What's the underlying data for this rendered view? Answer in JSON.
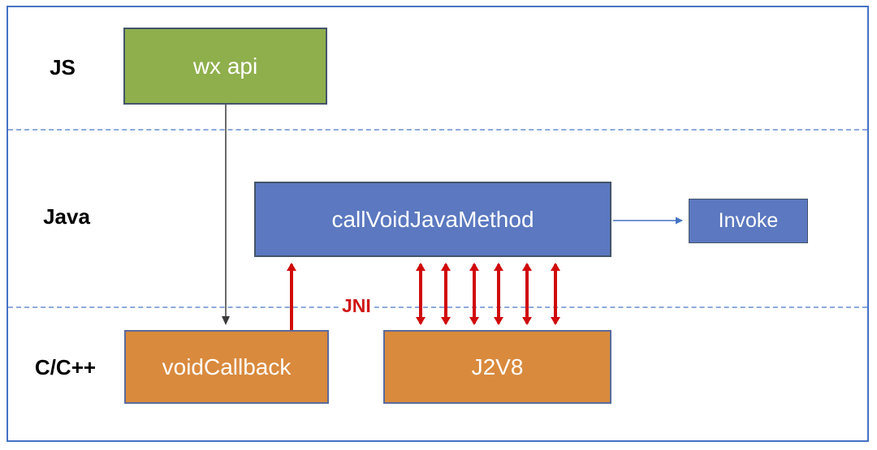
{
  "diagram": {
    "layers": [
      {
        "id": "js",
        "label": "JS"
      },
      {
        "id": "java",
        "label": "Java"
      },
      {
        "id": "cpp",
        "label": "C/C++"
      }
    ],
    "nodes": [
      {
        "id": "wx-api",
        "label": "wx api",
        "layer": "JS",
        "fill": "#8faf4c"
      },
      {
        "id": "call-void-java-method",
        "label": "callVoidJavaMethod",
        "layer": "Java",
        "fill": "#5b78c0"
      },
      {
        "id": "invoke",
        "label": "Invoke",
        "layer": "Java",
        "fill": "#5b78c0"
      },
      {
        "id": "void-callback",
        "label": "voidCallback",
        "layer": "C/C++",
        "fill": "#d98a3d"
      },
      {
        "id": "j2v8",
        "label": "J2V8",
        "layer": "C/C++",
        "fill": "#d98a3d"
      }
    ],
    "edges": [
      {
        "from": "wx api",
        "to": "voidCallback",
        "direction": "down",
        "color": "#3a3a3a",
        "style": "thin"
      },
      {
        "from": "voidCallback",
        "to": "callVoidJavaMethod",
        "direction": "up",
        "color": "#d00a0a",
        "style": "thick"
      },
      {
        "from": "callVoidJavaMethod",
        "to": "J2V8",
        "direction": "both",
        "color": "#d00a0a",
        "style": "thick",
        "count": 6
      },
      {
        "from": "callVoidJavaMethod",
        "to": "Invoke",
        "direction": "right",
        "color": "#4472c4",
        "style": "thin"
      }
    ],
    "annotations": [
      {
        "id": "jni",
        "label": "JNI",
        "color": "#d01616"
      }
    ],
    "colors": {
      "frame_border": "#4472c4",
      "dashed_divider": "#8ea9db",
      "node_border": "#44546a",
      "node_text": "#ffffff",
      "layer_label_text": "#000000",
      "arrow_red": "#d00a0a",
      "arrow_blue": "#4472c4",
      "arrow_black": "#3a3a3a"
    }
  }
}
